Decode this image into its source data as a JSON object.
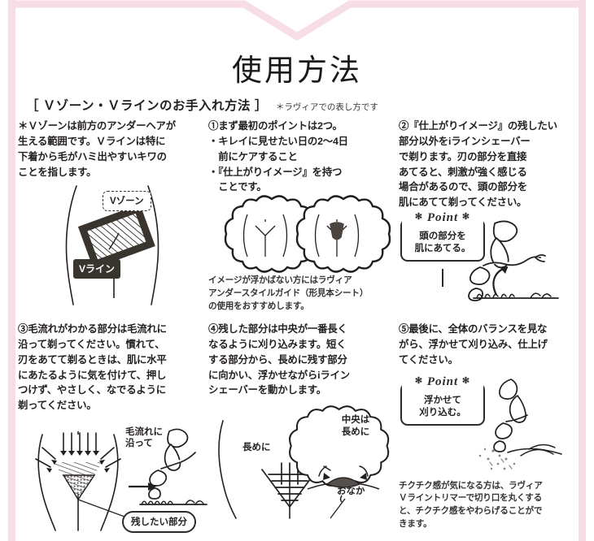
{
  "page": {
    "title": "使用方法",
    "accent_pink": "#f7dde6",
    "ink": "#231f20"
  },
  "subhead": {
    "bracket": "［ Ｖゾーン・Ｖラインのお手入れ方法 ］",
    "note": "＊ラヴィアでの表し方です"
  },
  "steps": [
    {
      "id": "intro",
      "lines": [
        "＊Ｖゾーンは前方のアンダーヘアが",
        "生える範囲です。Ｖラインは特に",
        "下着から毛がハミ出やすいキワの",
        "ことを指します。"
      ],
      "figure_labels": {
        "v_zone": "Vゾーン",
        "v_line": "Vライン"
      }
    },
    {
      "id": "step1",
      "lines": [
        "①まず最初のポイントは2つ。",
        "・キレイに見せたい日の2～4日",
        "　前にケアすること",
        "・『仕上がりイメージ』を持つ",
        "　ことです。"
      ],
      "caption": [
        "イメージが浮かばない方にはラヴィア",
        "アンダースタイルガイド（形見本シート）",
        "の使用をおすすめします。"
      ]
    },
    {
      "id": "step2",
      "lines": [
        "②『仕上がりイメージ』の残したい",
        "部分以外をiラインシェーバー",
        "で剃ります。刃の部分を直接",
        "あてると、刺激が強く感じる",
        "場合があるので、頭の部分を",
        "肌にあてて剃ってください。"
      ],
      "point": {
        "title": "Point",
        "star": "✻",
        "lines": [
          "頭の部分を",
          "肌にあてる。"
        ]
      }
    },
    {
      "id": "step3",
      "lines": [
        "③毛流れがわかる部分は毛流れに",
        "沿って剃ってください。慣れて、",
        "刃をあてて剃るときは、肌に水平",
        "にあたるように気を付けて、押し",
        "つけず、やさしく、なでるように",
        "剃ってください。"
      ],
      "figure_labels": {
        "flow": [
          "毛流れに",
          "沿って"
        ],
        "keep": "残したい部分"
      }
    },
    {
      "id": "step4",
      "lines": [
        "④残した部分は中央が一番長く",
        "なるように刈り込みます。短く",
        "する部分から、長めに残す部分",
        "に向かい、浮かせながらiライン",
        "シェーバーを動かします。"
      ],
      "figure_labels": {
        "longer": "長めに",
        "center": [
          "中央は",
          "長めに"
        ],
        "tummy": "おなか"
      }
    },
    {
      "id": "step5",
      "lines": [
        "⑤最後に、全体のバランスを見な",
        "がら、浮かせて刈り込み、仕上げ",
        "てください。"
      ],
      "point": {
        "title": "Point",
        "star": "✻",
        "lines": [
          "浮かせて",
          "刈り込む。"
        ]
      },
      "footnote": [
        "チクチク感が気になる方は、ラヴィア",
        "Ｖライントリマーで切り口を丸くする",
        "と、チクチク感をやわらげることがで",
        "きます。"
      ]
    }
  ]
}
